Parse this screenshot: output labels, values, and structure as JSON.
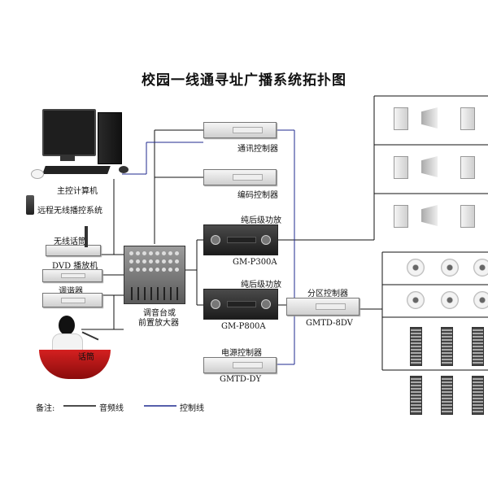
{
  "title": "校园一线通寻址广播系统拓扑图",
  "labels": {
    "host": "主控计算机",
    "remote": "远程无线播控系统",
    "wireless_mic": "无线话筒",
    "dvd": "DVD 播放机",
    "tuner": "调谐器",
    "mic": "话筒",
    "mixer_line1": "调音台或",
    "mixer_line2": "前置放大器",
    "comm_ctrl": "通讯控制器",
    "enc_ctrl": "编码控制器",
    "amp1_label": "纯后级功放",
    "amp1_model": "GM-P300A",
    "amp2_label": "纯后级功放",
    "amp2_model": "GM-P800A",
    "zone_ctrl": "分区控制器",
    "zone_model": "GMTD-8DV",
    "power_ctrl": "电源控制器",
    "power_model": "GMTD-DY"
  },
  "legend": {
    "prefix": "备注:",
    "audio": "音频线",
    "control": "控制线"
  },
  "colors": {
    "audio_line": "#111111",
    "control_line": "#1f2a8f"
  }
}
